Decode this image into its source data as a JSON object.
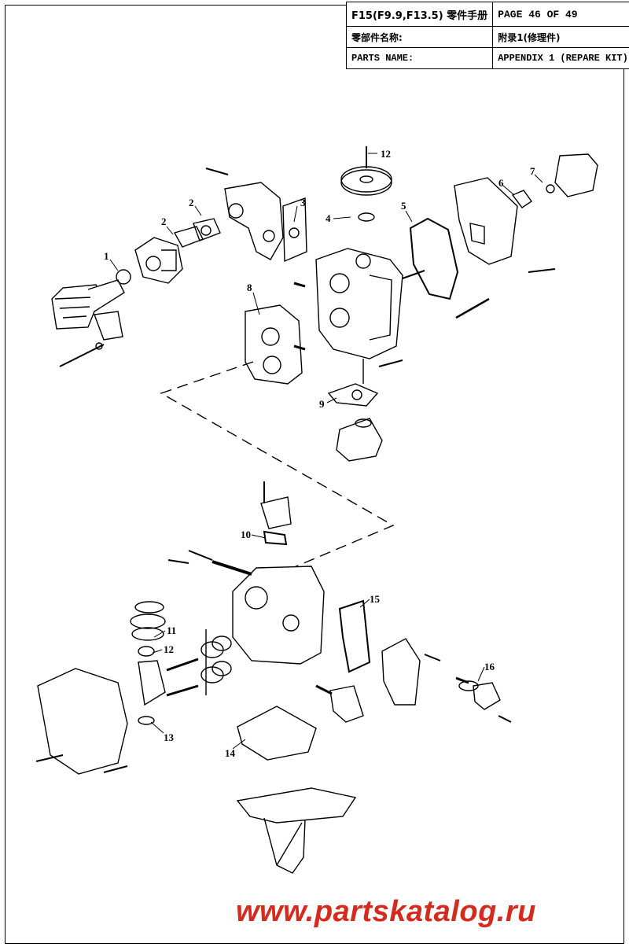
{
  "header": {
    "model_title": "F15(F9.9,F13.5) 零件手册",
    "page": "PAGE 46 OF 49",
    "name_label_cn": "零部件名称:",
    "name_value_cn": "附录1(修理件)",
    "name_label_en": "PARTS NAME:",
    "name_value_en": "APPENDIX 1 (REPARE KIT)"
  },
  "callouts": [
    "1",
    "2",
    "2",
    "3",
    "4",
    "5",
    "6",
    "7",
    "8",
    "9",
    "10",
    "11",
    "12",
    "12",
    "13",
    "14",
    "15",
    "16"
  ],
  "watermark": "www.partskatalog.ru",
  "colors": {
    "ink": "#000000",
    "watermark": "#d52b1e"
  }
}
